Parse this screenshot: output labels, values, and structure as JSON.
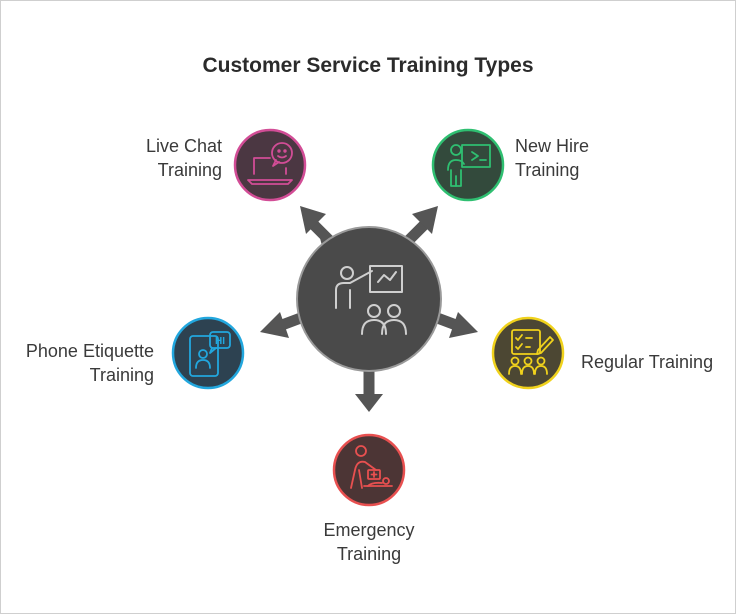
{
  "title": "Customer Service Training Types",
  "nodes": {
    "live_chat": {
      "line1": "Live Chat",
      "line2": "Training",
      "color": "#d24d96",
      "fill": "#4b3742",
      "icon": "laptop-chat-icon"
    },
    "new_hire": {
      "line1": "New Hire",
      "line2": "Training",
      "color": "#2fbf71",
      "fill": "#334a3c",
      "icon": "person-presentation-icon"
    },
    "phone": {
      "line1": "Phone Etiquette",
      "line2": "Training",
      "color": "#22a7de",
      "fill": "#2d4251",
      "icon": "phone-greeting-icon"
    },
    "regular": {
      "line1": "Regular Training",
      "color": "#f0d21c",
      "fill": "#4c4733",
      "icon": "checklist-group-icon"
    },
    "emergency": {
      "line1": "Emergency",
      "line2": "Training",
      "color": "#e85050",
      "fill": "#4c3535",
      "icon": "first-aid-cpr-icon"
    }
  },
  "center": {
    "icon": "trainer-audience-icon",
    "fill": "#4a4a4a"
  }
}
